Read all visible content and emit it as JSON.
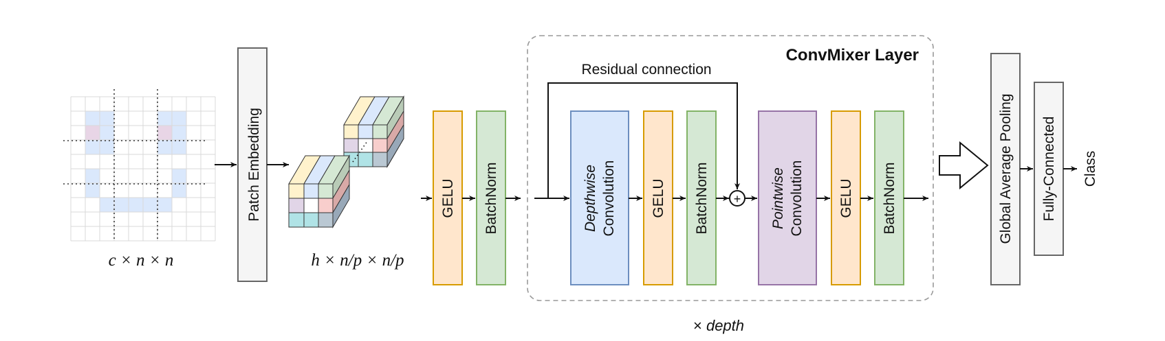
{
  "input": {
    "label": "c × n × n"
  },
  "patch_embedding": {
    "label": "Patch Embedding"
  },
  "embedded": {
    "label": "h × n/p × n/p"
  },
  "stem": {
    "gelu": "GELU",
    "batchnorm": "BatchNorm"
  },
  "convmixer": {
    "title": "ConvMixer Layer",
    "residual": "Residual connection",
    "depthwise_italic": "Depthwise",
    "depthwise_word": "Convolution",
    "gelu1": "GELU",
    "bn1": "BatchNorm",
    "plus": "+",
    "pointwise_italic": "Pointwise",
    "pointwise_word": "Convolution",
    "gelu2": "GELU",
    "bn2": "BatchNorm",
    "repeat_symbol": "×",
    "repeat_word": "depth"
  },
  "head": {
    "gap": "Global Average Pooling",
    "fc": "Fully-Connected",
    "class": "Class"
  },
  "colors": {
    "gelu_fill": "#ffe6cc",
    "gelu_stroke": "#d79b00",
    "bn_fill": "#d5e8d4",
    "bn_stroke": "#82b366",
    "depthwise_fill": "#dae8fc",
    "depthwise_stroke": "#6c8ebf",
    "pointwise_fill": "#e1d5e7",
    "pointwise_stroke": "#9673a6",
    "gray_fill": "#f5f5f5",
    "gray_stroke": "#666666"
  }
}
